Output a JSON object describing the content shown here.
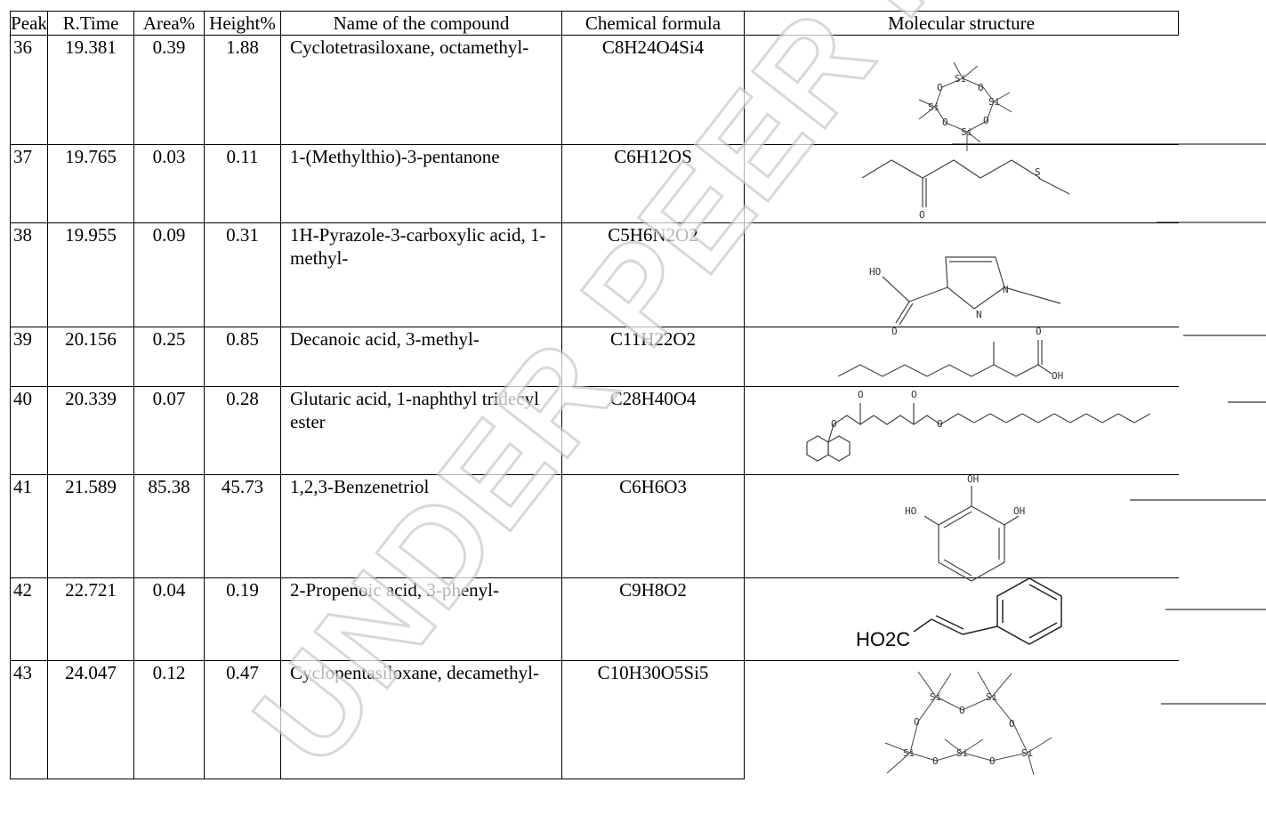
{
  "headers": {
    "peak": "Peak",
    "rtime": "R.Time",
    "area": "Area%",
    "height": "Height%",
    "name": "Name of the compound",
    "formula": "Chemical formula",
    "structure": "Molecular structure"
  },
  "rows": [
    {
      "peak": "36",
      "rtime": "19.381",
      "area": "0.39",
      "height": "1.88",
      "name": "Cyclotetrasiloxane, octamethyl-",
      "formula": "C8H24O4Si4",
      "structure": "cyclotetrasiloxane-structure"
    },
    {
      "peak": "37",
      "rtime": "19.765",
      "area": "0.03",
      "height": "0.11",
      "name": "1-(Methylthio)-3-pentanone",
      "formula": "C6H12OS",
      "structure": "methylthio-pentanone-structure"
    },
    {
      "peak": "38",
      "rtime": "19.955",
      "area": "0.09",
      "height": "0.31",
      "name": "1H-Pyrazole-3-carboxylic acid, 1-methyl-",
      "formula": "C5H6N2O2",
      "structure": "pyrazole-carboxylic-acid-structure"
    },
    {
      "peak": "39",
      "rtime": "20.156",
      "area": "0.25",
      "height": "0.85",
      "name": "Decanoic acid, 3-methyl-",
      "formula": "C11H22O2",
      "structure": "decanoic-acid-structure"
    },
    {
      "peak": "40",
      "rtime": "20.339",
      "area": "0.07",
      "height": "0.28",
      "name": "Glutaric acid, 1-naphthyl tridecyl ester",
      "formula": "C28H40O4",
      "structure": "glutaric-ester-structure"
    },
    {
      "peak": "41",
      "rtime": "21.589",
      "area": "85.38",
      "height": "45.73",
      "name": "1,2,3-Benzenetriol",
      "formula": "C6H6O3",
      "structure": "benzenetriol-structure"
    },
    {
      "peak": "42",
      "rtime": "22.721",
      "area": "0.04",
      "height": "0.19",
      "name": "2-Propenoic acid, 3-phenyl-",
      "formula": "C9H8O2",
      "structure": "cinnamic-acid-structure"
    },
    {
      "peak": "43",
      "rtime": "24.047",
      "area": "0.12",
      "height": "0.47",
      "name": "Cyclopentasiloxane, decamethyl-",
      "formula": "C10H30O5Si5",
      "structure": "cyclopentasiloxane-structure"
    }
  ],
  "atom_labels": {
    "si": "Si",
    "o": "O",
    "s": "S",
    "n": "N",
    "ho": "HO",
    "oh": "OH",
    "ho2c": "HO2C"
  },
  "watermark": "UNDER PEER REVIEW"
}
